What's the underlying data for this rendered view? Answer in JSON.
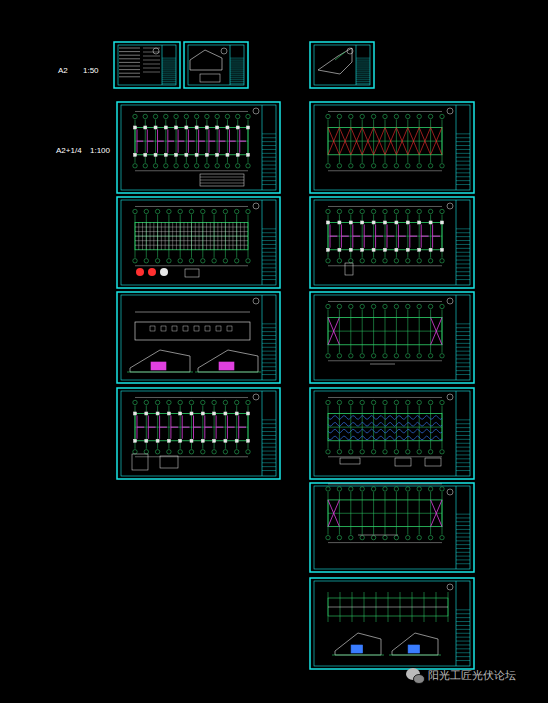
{
  "diagram": {
    "labels": [
      "A2",
      "1:50",
      "A2+1/4",
      "1:100",
      "阳光工匠光伏论坛"
    ]
  }
}
